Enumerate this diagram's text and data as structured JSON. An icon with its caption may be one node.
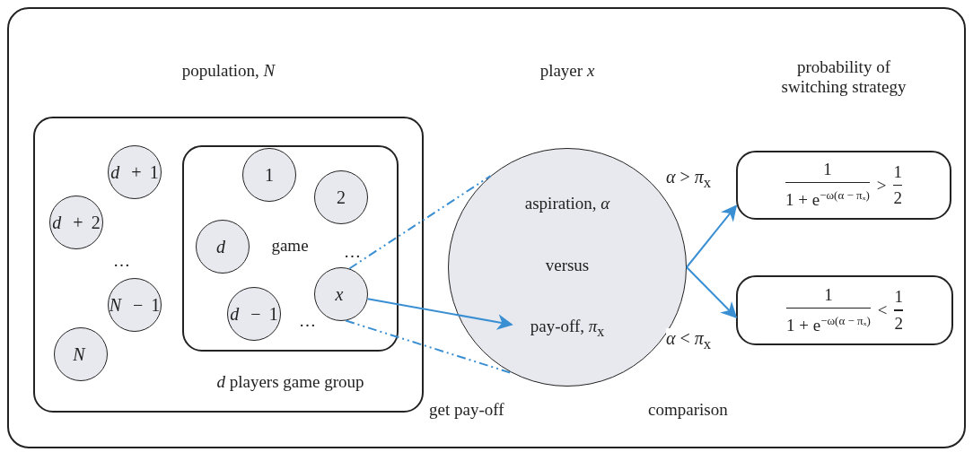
{
  "diagram": {
    "nodes": [
      {
        "text": [
          "population, *N*"
        ]
      },
      {
        "text": [
          "*d* + 1"
        ],
        "in": 0
      },
      {
        "text": [
          "*d* + 2"
        ],
        "in": 0
      },
      {
        "text": [
          "game",
          "*d* players game group"
        ],
        "in": 0
      },
      {
        "text": [
          "1"
        ],
        "in": 3
      },
      {
        "text": [
          "2"
        ],
        "in": 3
      },
      {
        "text": [
          "*d*"
        ],
        "in": 3
      },
      {
        "text": [
          "*x*"
        ],
        "in": 3
      },
      {
        "text": [
          "*d* − 1"
        ],
        "in": 3
      },
      {
        "text": [
          "*N* − 1"
        ],
        "in": 0
      },
      {
        "text": [
          "*N*"
        ],
        "in": 0
      },
      {
        "text": [
          "player *x*",
          "aspiration, *α*",
          "versus",
          "pay-off, *π*$_{x}$"
        ]
      },
      {
        "text": [
          "probability of switching strategy",
          "1",
          "1 + e$^{−ω(α − πₓ)}$",
          ">",
          "1",
          "2"
        ]
      },
      {
        "text": [
          "1",
          "1 + e$^{−ω(α − πₓ)}$",
          "<",
          "1",
          "2"
        ]
      }
    ],
    "edges": [
      {
        "from": 7,
        "to": 11,
        "arrow": "to"
      },
      {
        "from": 7,
        "to": 11,
        "arrow": "none",
        "style": "dashed"
      },
      {
        "from": 7,
        "to": 11,
        "arrow": "none",
        "style": "dashed"
      },
      {
        "from": 11,
        "to": 12,
        "arrow": "to",
        "label": "*α* > *π*$_{x}$"
      },
      {
        "from": 11,
        "to": 13,
        "arrow": "to",
        "label": "*α* < *π*$_{x}$"
      }
    ],
    "labels": [
      "…",
      "…",
      "…",
      "get pay-off",
      "comparison"
    ]
  }
}
